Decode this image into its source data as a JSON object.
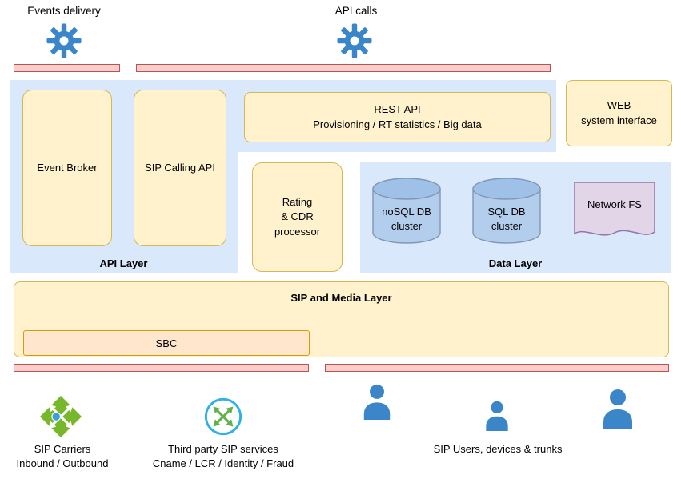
{
  "top_labels": {
    "events_delivery": "Events delivery",
    "api_calls": "API calls"
  },
  "api_layer": {
    "label": "API Layer",
    "event_broker": "Event Broker",
    "sip_calling_api": "SIP Calling API",
    "rest_api": {
      "line1": "REST API",
      "line2": "Provisioning / RT statistics / Big data"
    }
  },
  "web_interface": {
    "line1": "WEB",
    "line2": "system interface"
  },
  "rating_cdr": {
    "line1": "Rating",
    "line2": "& CDR",
    "line3": "processor"
  },
  "data_layer": {
    "label": "Data Layer",
    "nosql": {
      "line1": "noSQL DB",
      "line2": "cluster"
    },
    "sql": {
      "line1": "SQL DB",
      "line2": "cluster"
    },
    "network_fs": "Network FS"
  },
  "sip_media_layer": {
    "label": "SIP and Media Layer",
    "sbc": "SBC"
  },
  "bottom": {
    "sip_carriers": {
      "line1": "SIP Carriers",
      "line2": "Inbound / Outbound"
    },
    "third_party": {
      "line1": "Third party SIP services",
      "line2": "Cname / LCR / Identity / Fraud"
    },
    "sip_users": "SIP Users, devices & trunks"
  },
  "icons": {
    "events_gear": "gear-icon",
    "api_gear": "gear-icon",
    "sip_carriers": "carrier-routing-diamond-icon",
    "third_party": "exchange-arrows-circle-icon",
    "sip_users": "person-icon",
    "database": "database-cylinder-icon",
    "network_fs": "document-shape-icon"
  },
  "colors": {
    "layer_blue": "#dae8fc",
    "node_yellow": "#fff2cc",
    "node_yellow_border": "#d6b656",
    "bus_pink": "#f8cecc",
    "bus_pink_border": "#b85450",
    "sbc_orange": "#ffe6cc",
    "sbc_orange_border": "#d79b00",
    "db_blue": "#b3cdec",
    "network_fs_purple": "#e1d5e7",
    "network_fs_border": "#9673a6",
    "icon_blue": "#3a86c8",
    "icon_green": "#76b82a",
    "icon_circle_blue": "#2fb0e8"
  }
}
